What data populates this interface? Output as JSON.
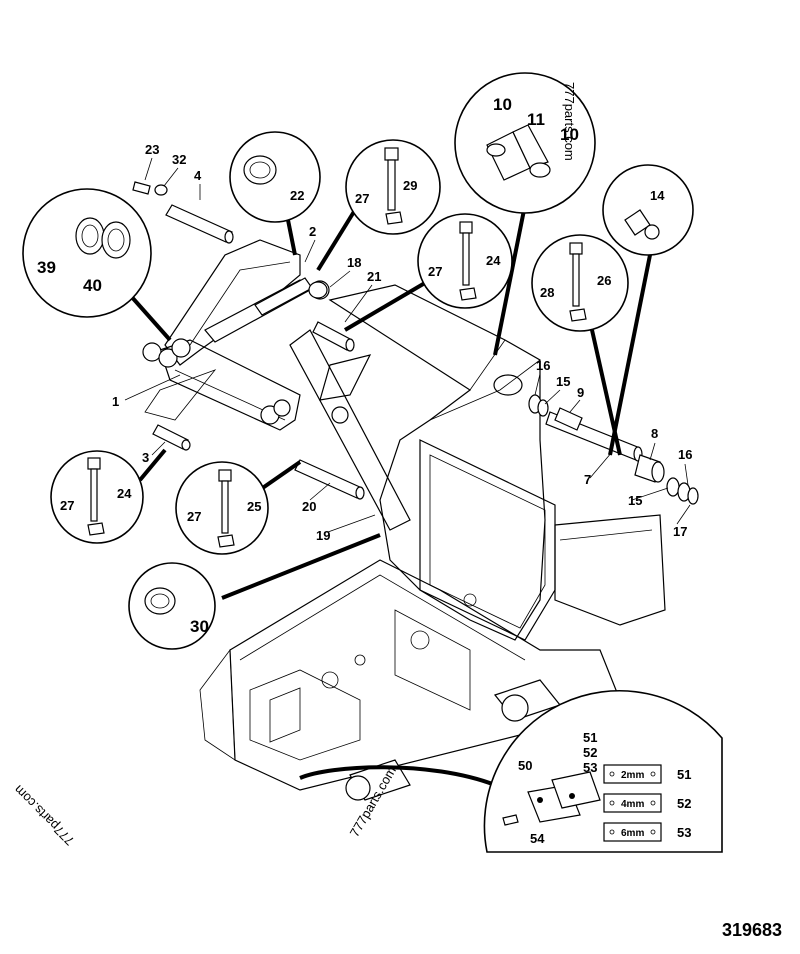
{
  "figure_number": "319683",
  "watermarks": [
    "777parts.com",
    "777parts.com",
    "777parts.com"
  ],
  "callouts": {
    "c1": "1",
    "c2": "2",
    "c3": "3",
    "c4": "4",
    "c7": "7",
    "c8": "8",
    "c9": "9",
    "c15a": "15",
    "c15b": "15",
    "c16a": "16",
    "c16b": "16",
    "c17": "17",
    "c18": "18",
    "c19": "19",
    "c20": "20",
    "c21": "21",
    "c23": "23",
    "c32": "32"
  },
  "detail_circles": {
    "pin_detail": [
      "10",
      "11",
      "10"
    ],
    "grease_nipple": [
      "14"
    ],
    "bolt_29": [
      "27",
      "29"
    ],
    "bolt_24_top": [
      "27",
      "24"
    ],
    "bolt_26": [
      "28",
      "26"
    ],
    "bolt_24_bottom": [
      "27",
      "24"
    ],
    "bolt_25": [
      "27",
      "25"
    ],
    "washer_22": [
      "22"
    ],
    "washers_39_40": [
      "39",
      "40"
    ],
    "washer_30": [
      "30"
    ],
    "shim_pack": [
      "50",
      "51",
      "52",
      "53",
      "54"
    ]
  },
  "shims": [
    {
      "size": "2mm",
      "number": "51"
    },
    {
      "size": "4mm",
      "number": "52"
    },
    {
      "size": "6mm",
      "number": "53"
    }
  ]
}
